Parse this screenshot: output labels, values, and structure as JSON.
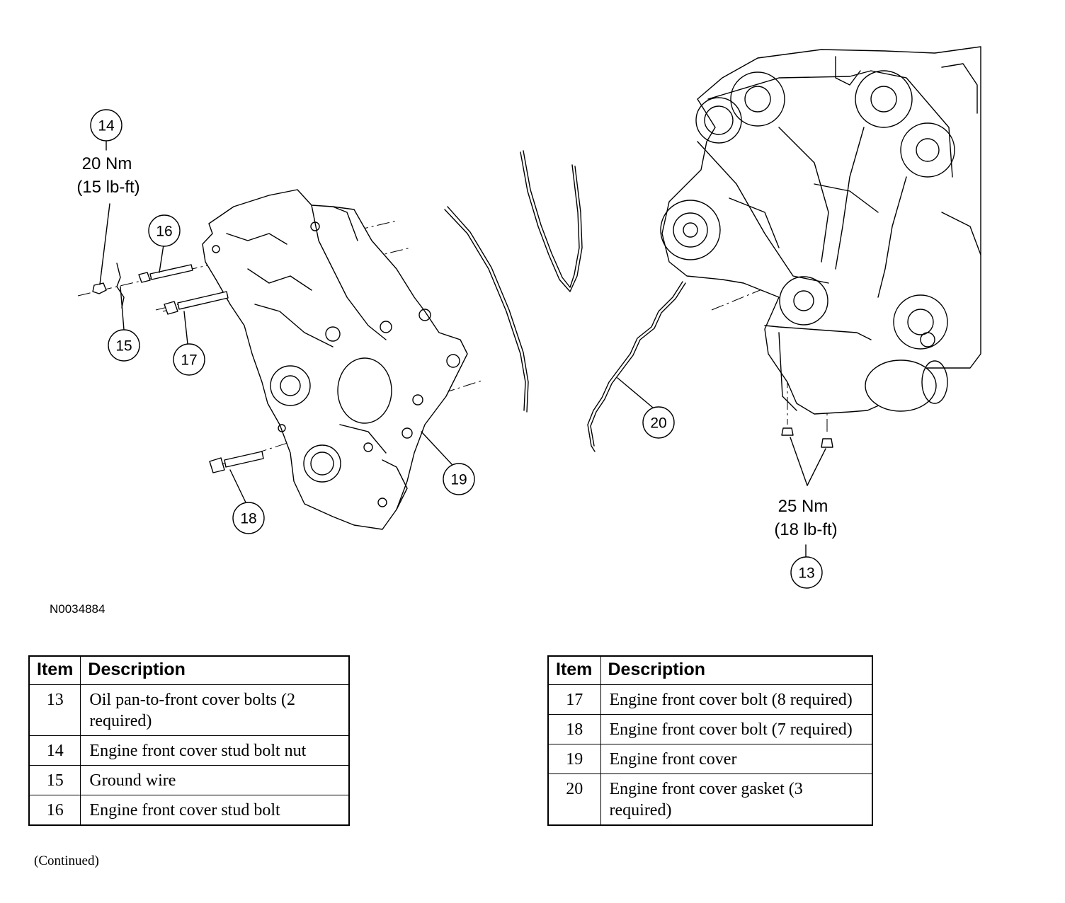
{
  "figure": {
    "id": "N0034884",
    "torque_upper": {
      "nm": "20 Nm",
      "lbft": "(15 lb-ft)"
    },
    "torque_lower": {
      "nm": "25 Nm",
      "lbft": "(18 lb-ft)"
    },
    "callouts": {
      "c13": "13",
      "c14": "14",
      "c15": "15",
      "c16": "16",
      "c17": "17",
      "c18": "18",
      "c19": "19",
      "c20": "20"
    }
  },
  "tables": {
    "left": {
      "headers": {
        "item": "Item",
        "description": "Description"
      },
      "rows": [
        {
          "item": "13",
          "description": "Oil pan-to-front cover bolts (2 required)"
        },
        {
          "item": "14",
          "description": "Engine front cover stud bolt nut"
        },
        {
          "item": "15",
          "description": "Ground wire"
        },
        {
          "item": "16",
          "description": "Engine front cover stud bolt"
        }
      ],
      "footnote": "(Continued)"
    },
    "right": {
      "headers": {
        "item": "Item",
        "description": "Description"
      },
      "rows": [
        {
          "item": "17",
          "description": "Engine front cover bolt (8 required)"
        },
        {
          "item": "18",
          "description": "Engine front cover bolt (7 required)"
        },
        {
          "item": "19",
          "description": "Engine front cover"
        },
        {
          "item": "20",
          "description": "Engine front cover gasket (3 required)"
        }
      ]
    }
  }
}
